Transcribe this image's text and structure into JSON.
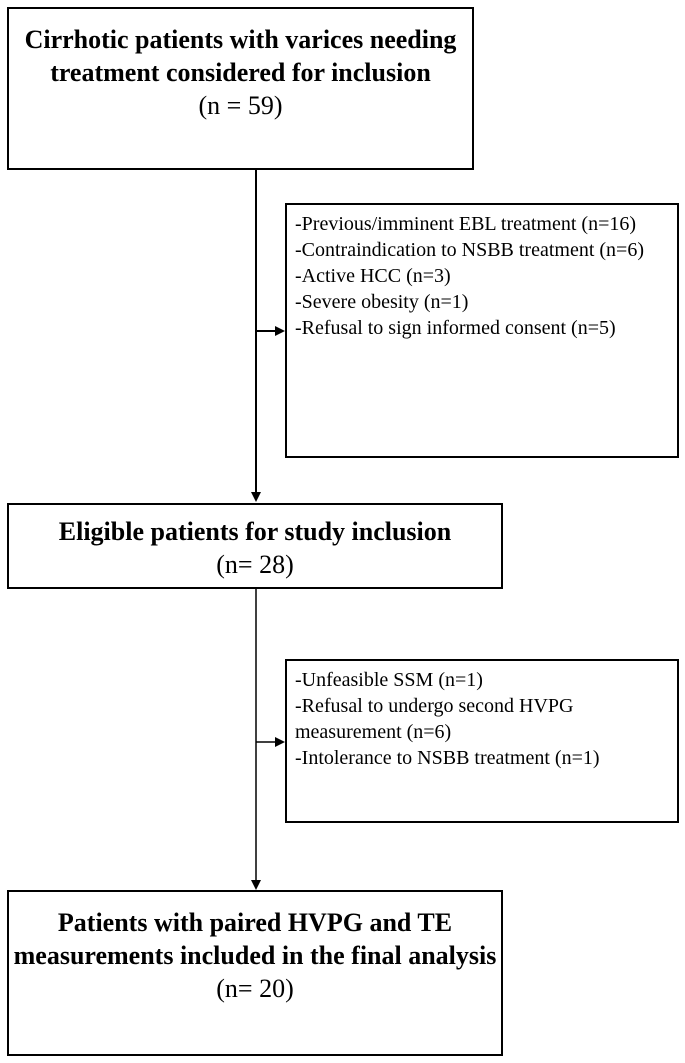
{
  "flow": {
    "box1": {
      "title": "Cirrhotic patients with varices needing treatment considered for inclusion",
      "count": "(n = 59)"
    },
    "exclusion1": {
      "items": [
        "-Previous/imminent  EBL treatment (n=16)",
        "-Contraindication  to  NSBB treatment (n=6)",
        "-Active HCC (n=3)",
        "-Severe obesity  (n=1)",
        "-Refusal to sign informed consent (n=5)"
      ]
    },
    "box2": {
      "title": "Eligible patients for study inclusion",
      "count": "(n= 28)"
    },
    "exclusion2": {
      "items": [
        "-Unfeasible  SSM  (n=1)",
        "-Refusal to undergo second HVPG measurement  (n=6)",
        "-Intolerance to NSBB treatment (n=1)"
      ]
    },
    "box3": {
      "title": "Patients with paired HVPG and TE measurements included in the final analysis",
      "count": "(n= 20)"
    }
  }
}
